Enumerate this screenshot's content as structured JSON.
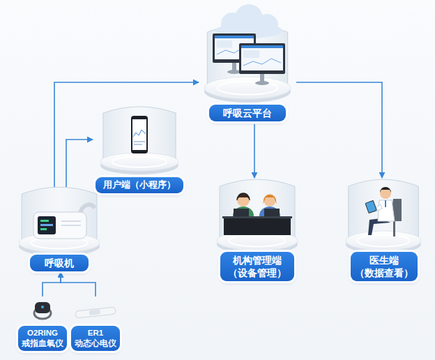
{
  "diagram": {
    "nodes": [
      {
        "text": [
          "呼吸云平台"
        ]
      },
      {
        "text": [
          "用户端（小程序）"
        ]
      },
      {
        "text": [
          "机构管理端 （设备管理）"
        ]
      },
      {
        "text": [
          "医生端 （数据查看）"
        ]
      },
      {
        "text": [
          "呼吸机"
        ]
      },
      {
        "text": [
          "O2RING 戒指血氧仪"
        ]
      },
      {
        "text": [
          "ER1 动态心电仪"
        ]
      }
    ],
    "edges": [
      {
        "from": 4,
        "to": 0,
        "arrow": "to"
      },
      {
        "from": 4,
        "to": 1,
        "arrow": "to"
      },
      {
        "from": 0,
        "to": 2,
        "arrow": "to"
      },
      {
        "from": 0,
        "to": 3,
        "arrow": "to"
      },
      {
        "from": 5,
        "to": 4,
        "arrow": "to"
      },
      {
        "from": 6,
        "to": 4,
        "arrow": "to"
      }
    ]
  }
}
